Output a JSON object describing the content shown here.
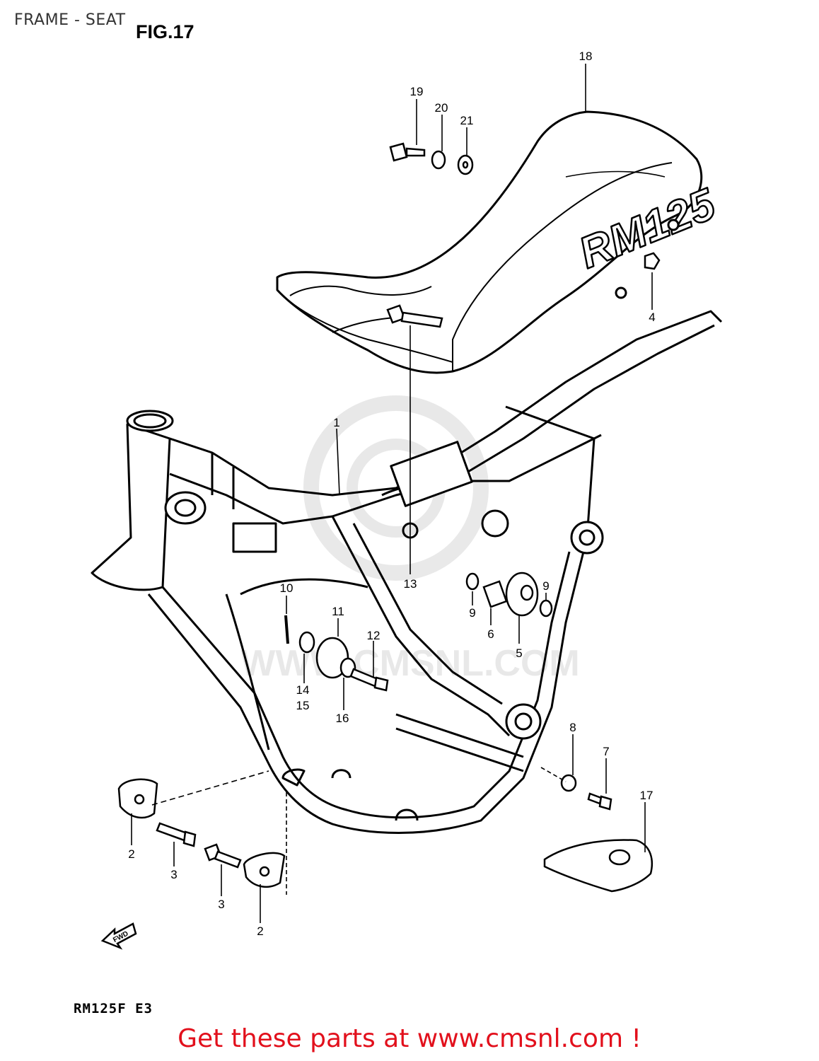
{
  "header": {
    "title": "FRAME - SEAT",
    "figure": "FIG.17"
  },
  "seat_logo": "RM125",
  "callouts": [
    {
      "id": "c18",
      "label": "18"
    },
    {
      "id": "c19",
      "label": "19"
    },
    {
      "id": "c20",
      "label": "20"
    },
    {
      "id": "c21",
      "label": "21"
    },
    {
      "id": "c4",
      "label": "4"
    },
    {
      "id": "c1",
      "label": "1"
    },
    {
      "id": "c9a",
      "label": "9"
    },
    {
      "id": "c13",
      "label": "13"
    },
    {
      "id": "c9b",
      "label": "9"
    },
    {
      "id": "c6",
      "label": "6"
    },
    {
      "id": "c5",
      "label": "5"
    },
    {
      "id": "c10",
      "label": "10"
    },
    {
      "id": "c11",
      "label": "11"
    },
    {
      "id": "c12",
      "label": "12"
    },
    {
      "id": "c14",
      "label": "14"
    },
    {
      "id": "c15",
      "label": "15"
    },
    {
      "id": "c16",
      "label": "16"
    },
    {
      "id": "c8",
      "label": "8"
    },
    {
      "id": "c7",
      "label": "7"
    },
    {
      "id": "c17",
      "label": "17"
    },
    {
      "id": "c2a",
      "label": "2"
    },
    {
      "id": "c3a",
      "label": "3"
    },
    {
      "id": "c3b",
      "label": "3"
    },
    {
      "id": "c2b",
      "label": "2"
    }
  ],
  "fwd_arrow": "FWD",
  "watermark": "WWW.CMSNL.COM",
  "footer": {
    "model": "RM125F  E3",
    "cta": "Get these parts at www.cmsnl.com !"
  }
}
